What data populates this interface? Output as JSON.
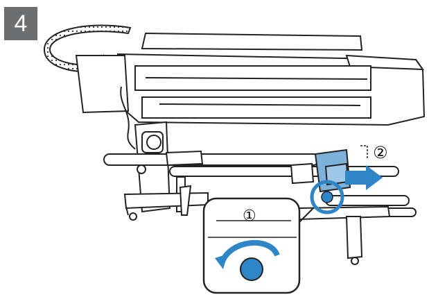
{
  "step": {
    "number": "4"
  },
  "callouts": {
    "one": "①",
    "two": "②"
  },
  "colors": {
    "accent_blue": "#2f86c6",
    "part_blue": "#7fb2db",
    "outline": "#222222"
  }
}
